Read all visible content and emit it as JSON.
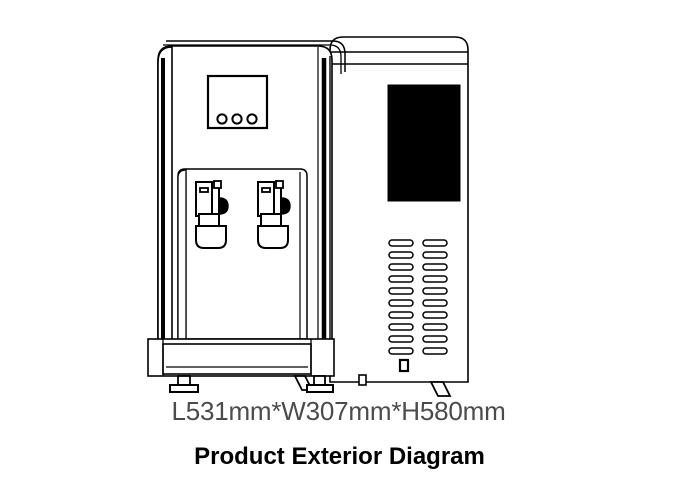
{
  "figure": {
    "kind": "product-exterior-line-drawing",
    "title": "Product Exterior Diagram",
    "dimensions_label": "L531mm*W307mm*H580mm",
    "background_color": "#ffffff",
    "line_color": "#000000",
    "dimension_text_color": "#4b4b4b",
    "title_text_color": "#000000",
    "panel_fill_color": "#000000"
  },
  "product": {
    "name_visible": false,
    "modules": [
      {
        "id": "dispenser-module",
        "position": "left",
        "features": [
          "rounded-top-corners",
          "control-display-panel",
          "recessed-dispense-area",
          "two-dispense-taps",
          "base-drip-tray",
          "leveling-feet"
        ]
      },
      {
        "id": "machine-module",
        "position": "right",
        "features": [
          "rounded-top-corners",
          "top-band",
          "dark-display-window",
          "ventilation-grille",
          "small-square-control",
          "leveling-feet"
        ]
      }
    ]
  },
  "control_panel": {
    "name": "display-panel",
    "buttons_count": 3,
    "buttons": [
      {
        "id": "button-1",
        "shape": "circle"
      },
      {
        "id": "button-2",
        "shape": "circle"
      },
      {
        "id": "button-3",
        "shape": "circle"
      }
    ]
  },
  "taps": [
    {
      "id": "tap-left",
      "shape": "lever-faucet"
    },
    {
      "id": "tap-right",
      "shape": "lever-faucet"
    }
  ],
  "grille": {
    "name": "ventilation-grille",
    "columns": 2,
    "rows": 10,
    "slot_shape": "rounded-horizontal-slot"
  },
  "feet": [
    {
      "id": "foot-front-left",
      "style": "pad-foot"
    },
    {
      "id": "foot-mid-left",
      "style": "angled-foot"
    },
    {
      "id": "foot-mid-right",
      "style": "pad-foot"
    },
    {
      "id": "foot-rear-center",
      "style": "post"
    },
    {
      "id": "foot-right",
      "style": "angled-foot"
    }
  ]
}
